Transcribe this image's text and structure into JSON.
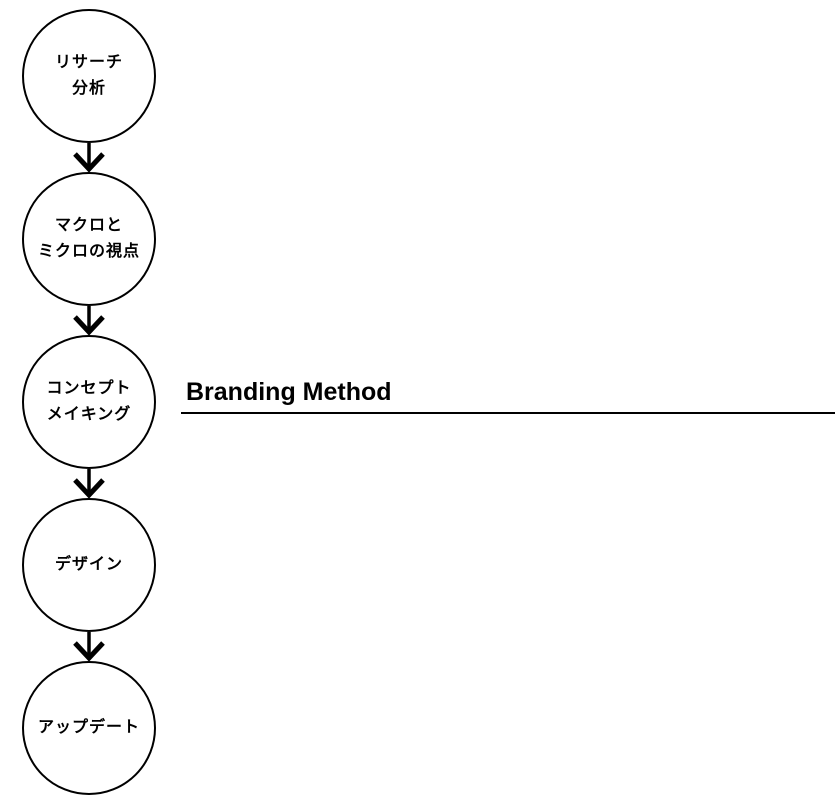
{
  "colors": {
    "stroke": "#000000",
    "background": "#ffffff",
    "text": "#000000"
  },
  "header": {
    "title": "Branding Method"
  },
  "flow": {
    "connector_icon": "arrow-down",
    "steps": [
      {
        "lines": [
          "リサーチ",
          "分析"
        ]
      },
      {
        "lines": [
          "マクロと",
          "ミクロの視点"
        ]
      },
      {
        "lines": [
          "コンセプト",
          "メイキング"
        ]
      },
      {
        "lines": [
          "デザイン"
        ]
      },
      {
        "lines": [
          "アップデート"
        ]
      }
    ]
  }
}
